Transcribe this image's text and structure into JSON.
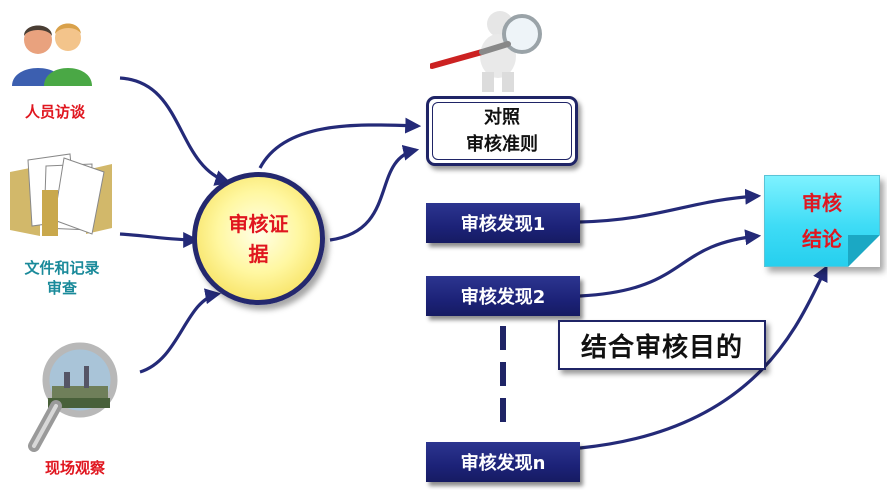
{
  "sources": {
    "interview": {
      "label": "人员访谈",
      "icon": "people-icon"
    },
    "documents": {
      "label_line1": "文件和记录",
      "label_line2": "审查",
      "icon": "documents-icon"
    },
    "onsite": {
      "label": "现场观察",
      "icon": "magnifier-site-icon"
    }
  },
  "evidence": {
    "line1": "审核证",
    "line2": "据"
  },
  "criteria": {
    "line1": "对照",
    "line2": "审核准则",
    "icon": "figure-with-magnifier-icon"
  },
  "findings": [
    {
      "label": "审核发现1"
    },
    {
      "label": "审核发现2"
    },
    {
      "label": "审核发现n"
    }
  ],
  "purpose": {
    "label": "结合审核目的"
  },
  "conclusion": {
    "line1": "审核",
    "line2": "结论"
  },
  "colors": {
    "arrow": "#242a78",
    "finding_bg": "#1c2278",
    "label_red": "#e0161f",
    "label_teal": "#1a8a9a",
    "circle_fill": "#fff7a0",
    "note_fill": "#3fdcf6"
  }
}
